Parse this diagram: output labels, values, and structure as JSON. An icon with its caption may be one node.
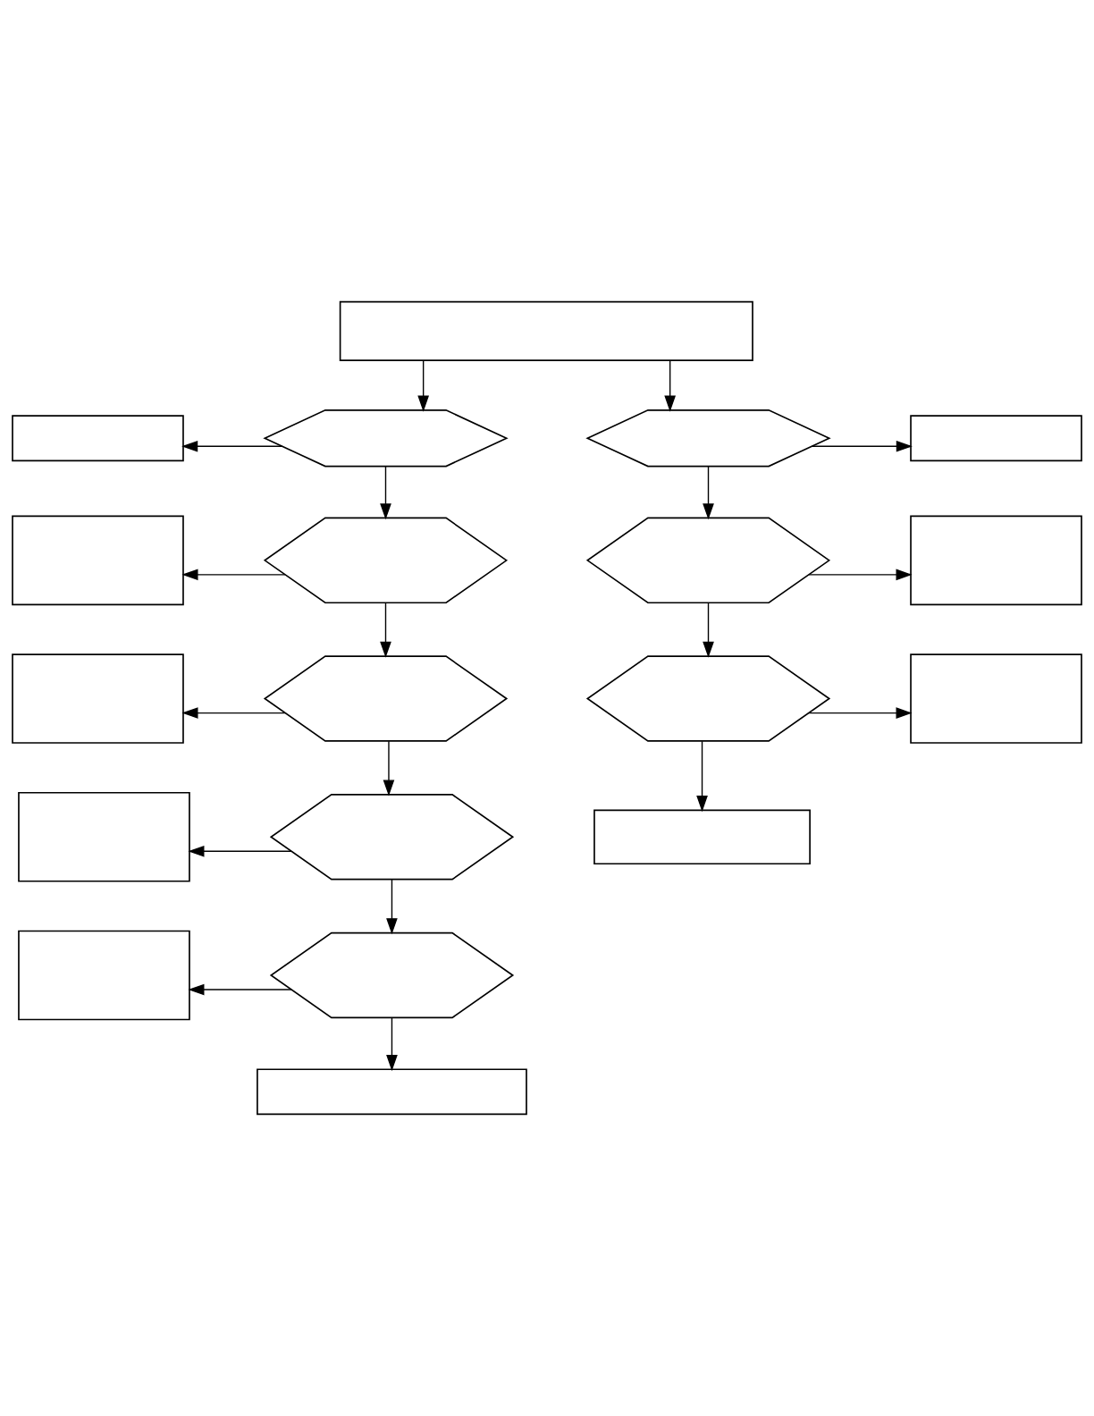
{
  "diagram": {
    "nodes": [
      {
        "text": [],
        "shape": "box"
      },
      {
        "text": [],
        "shape": "box"
      },
      {
        "text": [],
        "shape": "hexagon"
      },
      {
        "text": [],
        "shape": "hexagon"
      },
      {
        "text": [],
        "shape": "box"
      },
      {
        "text": [],
        "shape": "box"
      },
      {
        "text": [],
        "shape": "hexagon"
      },
      {
        "text": [],
        "shape": "hexagon"
      },
      {
        "text": [],
        "shape": "box"
      },
      {
        "text": [],
        "shape": "box"
      },
      {
        "text": [],
        "shape": "hexagon"
      },
      {
        "text": [],
        "shape": "hexagon"
      },
      {
        "text": [],
        "shape": "box"
      },
      {
        "text": [],
        "shape": "box"
      },
      {
        "text": [],
        "shape": "hexagon"
      },
      {
        "text": [],
        "shape": "box"
      },
      {
        "text": [],
        "shape": "box"
      },
      {
        "text": [],
        "shape": "hexagon"
      },
      {
        "text": [],
        "shape": "box"
      }
    ],
    "edges": [
      {
        "from": 0,
        "to": 2,
        "arrow": "to"
      },
      {
        "from": 0,
        "to": 3,
        "arrow": "to"
      },
      {
        "from": 2,
        "to": 1,
        "arrow": "to"
      },
      {
        "from": 3,
        "to": 4,
        "arrow": "to"
      },
      {
        "from": 2,
        "to": 6,
        "arrow": "to"
      },
      {
        "from": 3,
        "to": 7,
        "arrow": "to"
      },
      {
        "from": 6,
        "to": 5,
        "arrow": "to"
      },
      {
        "from": 7,
        "to": 8,
        "arrow": "to"
      },
      {
        "from": 6,
        "to": 10,
        "arrow": "to"
      },
      {
        "from": 7,
        "to": 11,
        "arrow": "to"
      },
      {
        "from": 10,
        "to": 9,
        "arrow": "to"
      },
      {
        "from": 11,
        "to": 12,
        "arrow": "to"
      },
      {
        "from": 10,
        "to": 14,
        "arrow": "to"
      },
      {
        "from": 11,
        "to": 15,
        "arrow": "to"
      },
      {
        "from": 14,
        "to": 13,
        "arrow": "to"
      },
      {
        "from": 14,
        "to": 17,
        "arrow": "to"
      },
      {
        "from": 17,
        "to": 16,
        "arrow": "to"
      },
      {
        "from": 17,
        "to": 18,
        "arrow": "to"
      }
    ]
  }
}
